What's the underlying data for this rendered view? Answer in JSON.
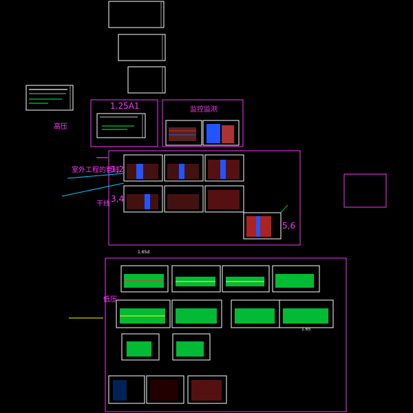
{
  "drawing": {
    "background": "#000000",
    "accent_magenta": "#ff33ff",
    "sheet_border": "#ffffff",
    "labels": {
      "sheet_1_25a1": "1.25A1",
      "high_pressure": "高压",
      "monitoring": "监控监测",
      "outdoor_pipe": "室外工程的管线",
      "num_12": "1,2",
      "num_34": "3,4",
      "trunk": "干线",
      "num_56": "5,6",
      "low_pressure": "低压",
      "small_top": "1.65d",
      "small_bottom": "1.65"
    }
  }
}
